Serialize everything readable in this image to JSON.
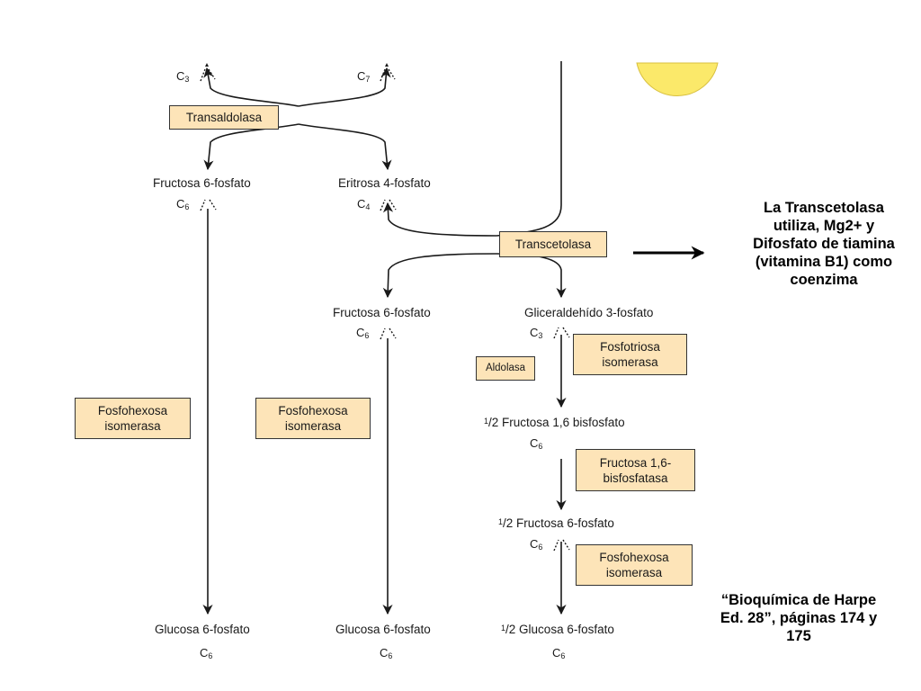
{
  "labels": {
    "c3_top": "C",
    "c3_top_sub": "3",
    "c7_top": "C",
    "c7_top_sub": "7",
    "fructose6p_a": "Fructosa 6-fosfato",
    "c6_a": "C",
    "c6_a_sub": "6",
    "erythrose4p": "Eritrosa 4-fosfato",
    "c4": "C",
    "c4_sub": "4",
    "fructose6p_b": "Fructosa 6-fosfato",
    "c6_b": "C",
    "c6_b_sub": "6",
    "gap": "Gliceraldehído 3-fosfato",
    "c3_gap": "C",
    "c3_gap_sub": "3",
    "half_f16bp_frac": "1",
    "half_f16bp_frac_den": "/2",
    "half_f16bp": "Fructosa 1,6 bisfosfato",
    "c6_f16bp": "C",
    "c6_f16bp_sub": "6",
    "half_f6p_frac": "1",
    "half_f6p_frac_den": "/2",
    "half_f6p": "Fructosa 6-fosfato",
    "c6_f6p": "C",
    "c6_f6p_sub": "6",
    "g6p_a": "Glucosa 6-fosfato",
    "c6_g6p_a": "C",
    "c6_g6p_a_sub": "6",
    "g6p_b": "Glucosa 6-fosfato",
    "c6_g6p_b": "C",
    "c6_g6p_b_sub": "6",
    "half_g6p_frac": "1",
    "half_g6p_frac_den": "/2",
    "half_g6p": "Glucosa 6-fosfato",
    "c6_g6p_c": "C",
    "c6_g6p_c_sub": "6"
  },
  "enzymes": {
    "transaldolasa": "Transaldolasa",
    "transcetolasa": "Transcetolasa",
    "fosfotriosa_1": "Fosfotriosa",
    "fosfotriosa_2": "isomerasa",
    "aldolasa": "Aldolasa",
    "fosfohexosa_a_1": "Fosfohexosa",
    "fosfohexosa_a_2": "isomerasa",
    "fosfohexosa_b_1": "Fosfohexosa",
    "fosfohexosa_b_2": "isomerasa",
    "fbpasa_1": "Fructosa 1,6-",
    "fbpasa_2": "bisfosfatasa",
    "fosfohexosa_c_1": "Fosfohexosa",
    "fosfohexosa_c_2": "isomerasa"
  },
  "note": {
    "line1": "La Transcetolasa",
    "line2": "utiliza, Mg2+ y",
    "line3": "Difosfato de tiamina",
    "line4": "(vitamina B1) como",
    "line5": "coenzima"
  },
  "citation": {
    "line1": "“Bioquímica de Harpe",
    "line2": "Ed. 28”, páginas 174 y",
    "line3": "175"
  },
  "colors": {
    "enzyme_fill": "#fde4b8",
    "sun": "#fbe96a",
    "line": "#1a1a1a"
  }
}
